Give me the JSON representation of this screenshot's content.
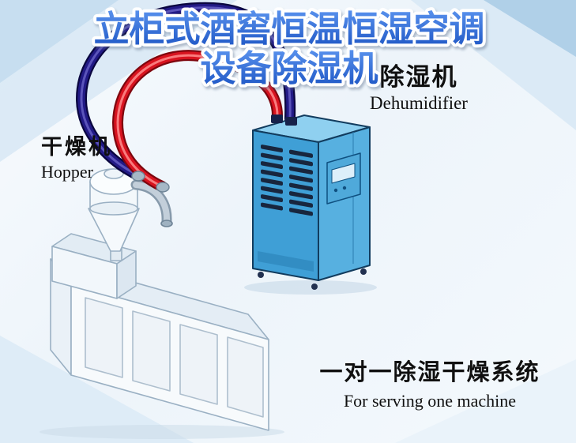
{
  "title": {
    "line1": "立柜式酒窖恒温恒湿空调",
    "line2": "设备除湿机"
  },
  "labels": {
    "dehumidifier": {
      "cn": "除湿机",
      "en": "Dehumidifier"
    },
    "hopper": {
      "cn": "干燥机",
      "en": "Hopper"
    }
  },
  "tagline": {
    "cn": "一对一除湿干燥系统",
    "en": "For serving one machine"
  },
  "illustration": {
    "items": [
      {
        "name": "dehumidifier-cabinet",
        "color": "#3f9fd6"
      },
      {
        "name": "hopper-dryer",
        "color": "#f5f9fc"
      },
      {
        "name": "extruder-machine",
        "color": "#f7fafc"
      },
      {
        "name": "red-pipe",
        "color": "#d8131f"
      },
      {
        "name": "navy-pipe",
        "color": "#221a86"
      }
    ]
  },
  "colors": {
    "title_blue_top": "#5a93ee",
    "title_blue_bottom": "#1d55c4",
    "title_outline": "#ffffff",
    "text_black": "#101010",
    "background_tint": "#d7e8f5",
    "corner_blue": "#abcde7"
  }
}
